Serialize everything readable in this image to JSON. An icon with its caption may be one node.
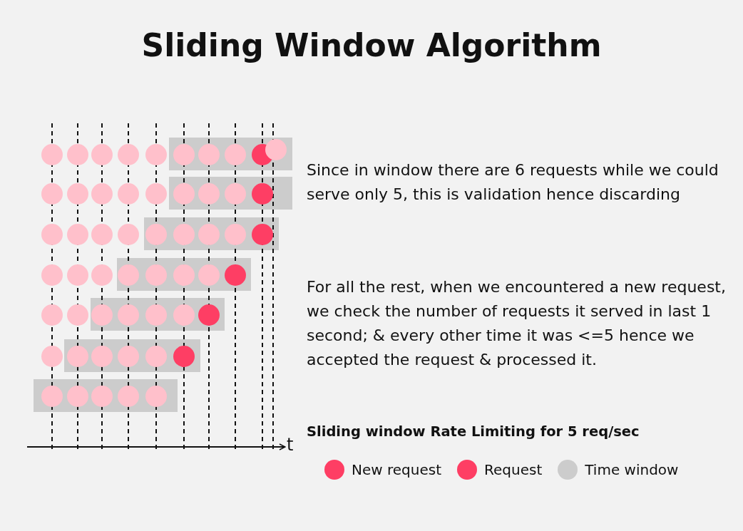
{
  "diagram": {
    "title": "Sliding Window Algorithm",
    "labels": [
      "Since in window there are 6 requests while we could serve only 5, this is validation hence discarding",
      "For all the rest, when we encountered a new request, we check the number of requests it served in last 1 second; & every other time it was <=5 hence we accepted the request & processed it.",
      "t",
      "Sliding window Rate Limiting for 5 req/sec"
    ],
    "legend": [
      {
        "text": "New request",
        "color": "#fe3e64"
      },
      {
        "text": "Request",
        "color": "#fe3e64"
      },
      {
        "text": "Time window",
        "color": "#cccccc"
      }
    ]
  }
}
